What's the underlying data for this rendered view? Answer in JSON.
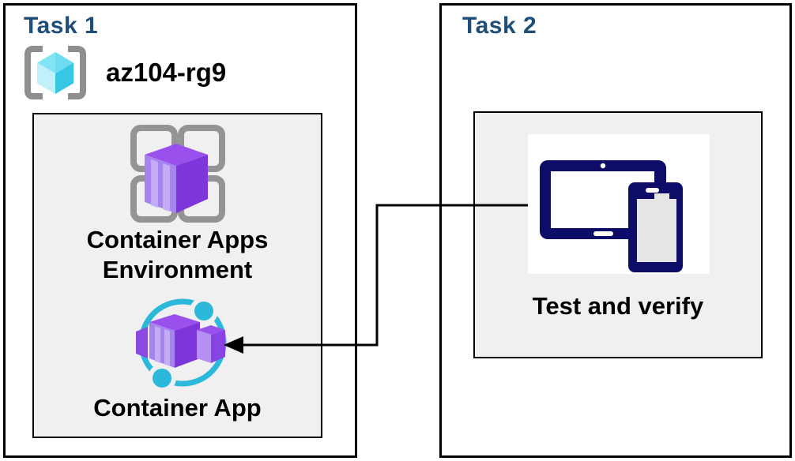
{
  "task1": {
    "title": "Task 1",
    "resource_group_name": "az104-rg9",
    "environment_label_lines": [
      "Container Apps",
      "Environment"
    ],
    "container_app_label": "Container App"
  },
  "task2": {
    "title": "Task 2",
    "device_label": "Test and verify"
  },
  "icons": {
    "resource_group": "resource-group-icon",
    "environment": "container-apps-environment-icon",
    "container_app": "container-app-icon",
    "devices": "tablet-and-phone-icon",
    "arrow": "left-arrowhead-icon"
  },
  "colors": {
    "title_text": "#1f4e79",
    "label_text": "#000000",
    "box_border": "#000000",
    "inner_box_fill": "#f0f0f0",
    "device_navy": "#0d0d69",
    "teal_accent": "#2bb8da",
    "frame_gray": "#949494",
    "bracket_gray": "#8f8f8f",
    "purple_top": "#9a50ec",
    "purple_left": "#a584ef",
    "purple_right": "#7c36da",
    "purple_stripe": "#c4adf5",
    "cube_cyan_top": "#82e3f4",
    "cube_cyan_light": "#c0f0fa",
    "cube_cyan_dark": "#37c7e3",
    "connector": "#000000"
  }
}
